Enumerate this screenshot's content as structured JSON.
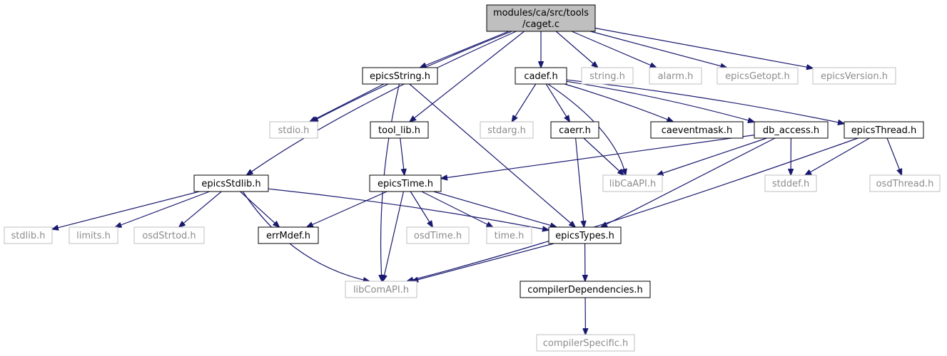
{
  "colors": {
    "edge": "#191970",
    "node_border_internal": "#000000",
    "node_border_external": "#bfbfbf",
    "label_internal": "#000000",
    "label_external": "#8c8c8c",
    "root_fill": "#bfbfbf",
    "background": "#ffffff"
  },
  "nodes": {
    "caget": {
      "label_line1": "modules/ca/src/tools",
      "label_line2": "/caget.c",
      "kind": "root"
    },
    "epicsString": {
      "label": "epicsString.h",
      "kind": "internal"
    },
    "cadef": {
      "label": "cadef.h",
      "kind": "internal"
    },
    "string": {
      "label": "string.h",
      "kind": "external"
    },
    "alarm": {
      "label": "alarm.h",
      "kind": "external"
    },
    "epicsGetopt": {
      "label": "epicsGetopt.h",
      "kind": "external"
    },
    "epicsVersion": {
      "label": "epicsVersion.h",
      "kind": "external"
    },
    "stdio": {
      "label": "stdio.h",
      "kind": "external"
    },
    "tool_lib": {
      "label": "tool_lib.h",
      "kind": "internal"
    },
    "stdarg": {
      "label": "stdarg.h",
      "kind": "external"
    },
    "caerr": {
      "label": "caerr.h",
      "kind": "internal"
    },
    "caeventmask": {
      "label": "caeventmask.h",
      "kind": "internal"
    },
    "db_access": {
      "label": "db_access.h",
      "kind": "internal"
    },
    "epicsThread": {
      "label": "epicsThread.h",
      "kind": "internal"
    },
    "epicsStdlib": {
      "label": "epicsStdlib.h",
      "kind": "internal"
    },
    "epicsTime": {
      "label": "epicsTime.h",
      "kind": "internal"
    },
    "libCaAPI": {
      "label": "libCaAPI.h",
      "kind": "external"
    },
    "stddef": {
      "label": "stddef.h",
      "kind": "external"
    },
    "osdThread": {
      "label": "osdThread.h",
      "kind": "external"
    },
    "stdlib": {
      "label": "stdlib.h",
      "kind": "external"
    },
    "limits": {
      "label": "limits.h",
      "kind": "external"
    },
    "osdStrtod": {
      "label": "osdStrtod.h",
      "kind": "external"
    },
    "errMdef": {
      "label": "errMdef.h",
      "kind": "internal"
    },
    "osdTime": {
      "label": "osdTime.h",
      "kind": "external"
    },
    "time": {
      "label": "time.h",
      "kind": "external"
    },
    "epicsTypes": {
      "label": "epicsTypes.h",
      "kind": "internal"
    },
    "libComAPI": {
      "label": "libComAPI.h",
      "kind": "external"
    },
    "compilerDependencies": {
      "label": "compilerDependencies.h",
      "kind": "internal"
    },
    "compilerSpecific": {
      "label": "compilerSpecific.h",
      "kind": "external"
    }
  },
  "edges": [
    [
      "caget",
      "epicsString"
    ],
    [
      "caget",
      "cadef"
    ],
    [
      "caget",
      "string"
    ],
    [
      "caget",
      "alarm"
    ],
    [
      "caget",
      "epicsGetopt"
    ],
    [
      "caget",
      "epicsVersion"
    ],
    [
      "caget",
      "stdio"
    ],
    [
      "caget",
      "tool_lib"
    ],
    [
      "caget",
      "epicsStdlib"
    ],
    [
      "epicsString",
      "stdio"
    ],
    [
      "epicsString",
      "epicsTypes"
    ],
    [
      "epicsString",
      "libComAPI"
    ],
    [
      "cadef",
      "stdarg"
    ],
    [
      "cadef",
      "caerr"
    ],
    [
      "cadef",
      "caeventmask"
    ],
    [
      "cadef",
      "db_access"
    ],
    [
      "cadef",
      "epicsThread"
    ],
    [
      "cadef",
      "libCaAPI"
    ],
    [
      "tool_lib",
      "epicsTime"
    ],
    [
      "caerr",
      "libCaAPI"
    ],
    [
      "caerr",
      "epicsTypes"
    ],
    [
      "db_access",
      "epicsTime"
    ],
    [
      "db_access",
      "libCaAPI"
    ],
    [
      "db_access",
      "stddef"
    ],
    [
      "db_access",
      "epicsTypes"
    ],
    [
      "epicsThread",
      "stddef"
    ],
    [
      "epicsThread",
      "osdThread"
    ],
    [
      "epicsThread",
      "libComAPI"
    ],
    [
      "epicsStdlib",
      "stdlib"
    ],
    [
      "epicsStdlib",
      "limits"
    ],
    [
      "epicsStdlib",
      "osdStrtod"
    ],
    [
      "epicsStdlib",
      "errMdef"
    ],
    [
      "epicsStdlib",
      "epicsTypes"
    ],
    [
      "epicsStdlib",
      "libComAPI"
    ],
    [
      "epicsTime",
      "errMdef"
    ],
    [
      "epicsTime",
      "osdTime"
    ],
    [
      "epicsTime",
      "time"
    ],
    [
      "epicsTime",
      "epicsTypes"
    ],
    [
      "epicsTime",
      "libComAPI"
    ],
    [
      "epicsTypes",
      "compilerDependencies"
    ],
    [
      "epicsTypes",
      "libComAPI"
    ],
    [
      "compilerDependencies",
      "compilerSpecific"
    ]
  ]
}
